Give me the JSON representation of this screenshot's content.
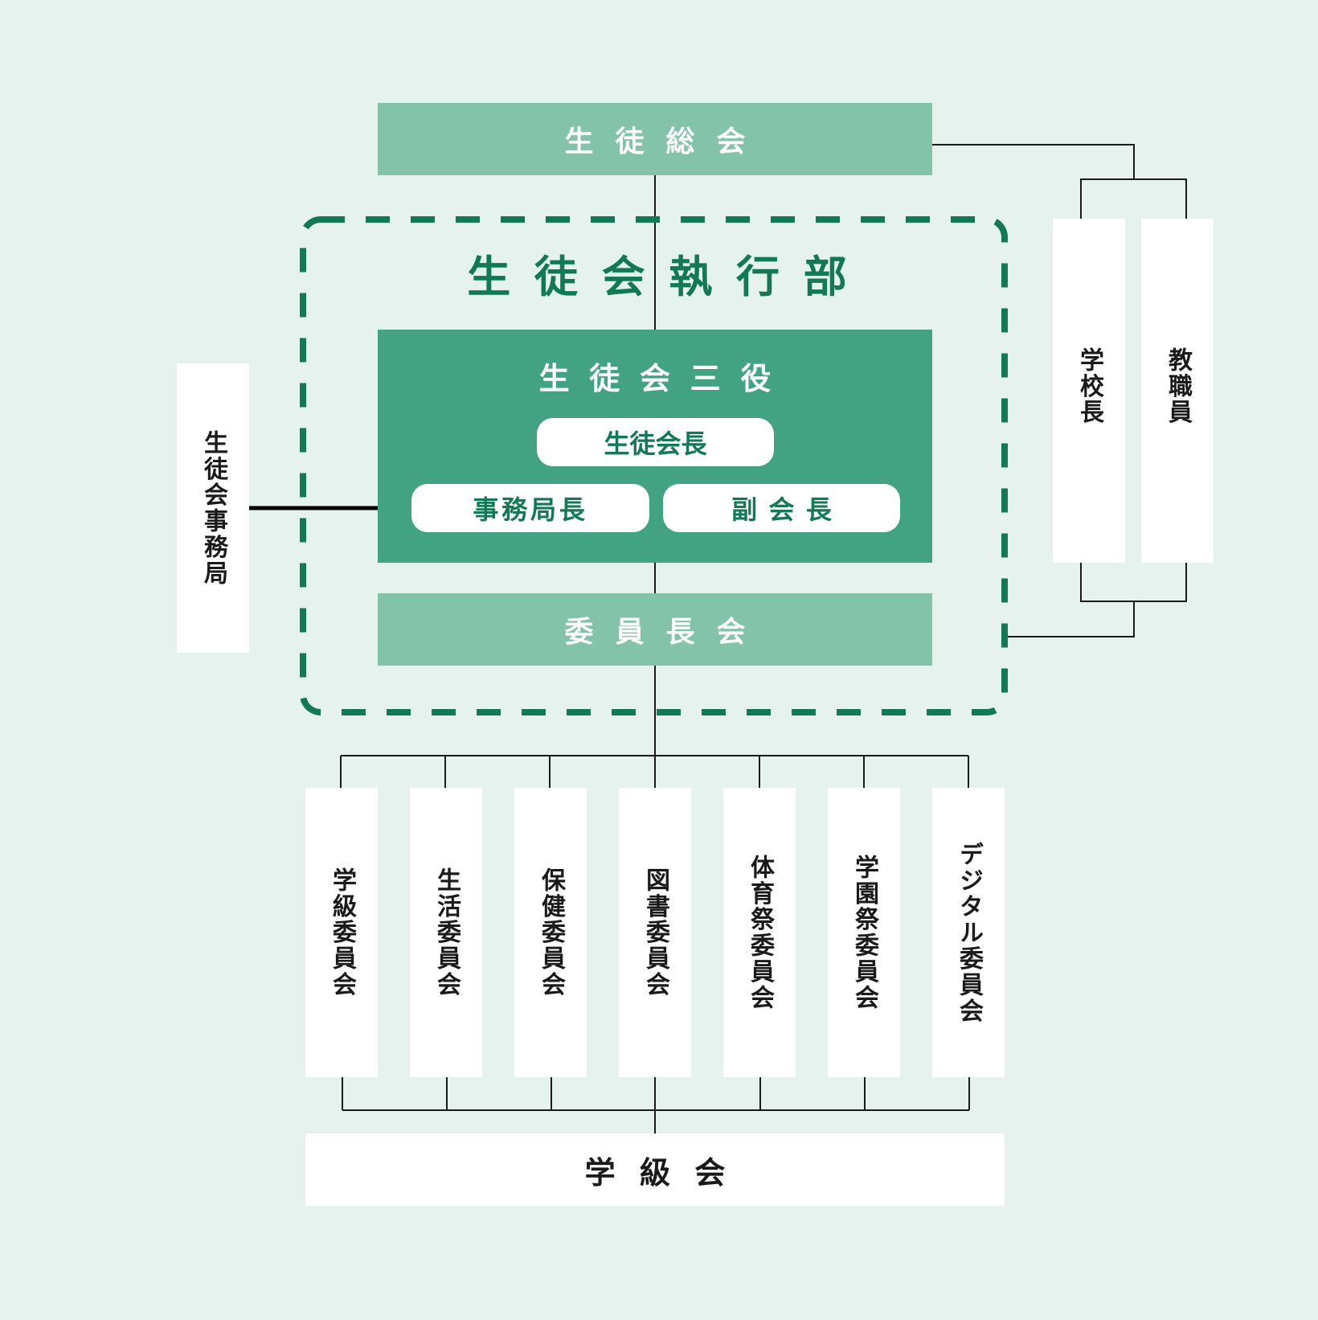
{
  "general_meeting": "生徒総会",
  "executive": {
    "title": "生徒会執行部",
    "sanyaku": {
      "title": "生徒会三役",
      "president": "生徒会長",
      "secretary_general": "事務局長",
      "vice_president": "副会長"
    },
    "chairs_meeting": "委員長会"
  },
  "secretariat": "生徒会事務局",
  "staff": {
    "principal": "学校長",
    "teachers": "教職員"
  },
  "committees": [
    "学級委員会",
    "生活委員会",
    "保健委員会",
    "図書委員会",
    "体育祭委員会",
    "学園祭委員会",
    "デジタル委員会"
  ],
  "class_meeting": "学級会",
  "colors": {
    "background": "#e6f2ed",
    "light_green": "#83c3aa",
    "mid_green": "#42a382",
    "dark_green": "#117a55",
    "line": "#1a1a1a"
  }
}
